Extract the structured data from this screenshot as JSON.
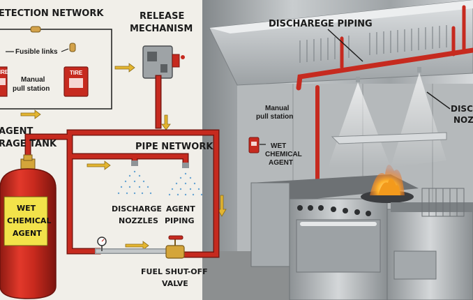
{
  "diagram": {
    "detection_network": "ETECTION NETWORK",
    "fusible_links": "Fusible links",
    "manual_pull_left": [
      "Manual",
      "pull station"
    ],
    "fire_sign_left": "TIRE",
    "fire_sign_right": "TIRE",
    "release_mechanism": [
      "RELEASE",
      "MECHANISM"
    ],
    "agent_tank": [
      "AGENT",
      "RAGE TANK"
    ],
    "tank_label": [
      "WET",
      "CHEMICAL",
      "AGENT"
    ],
    "pipe_network": "PIPE NETWORK",
    "discharge_nozzles": [
      "DISCHARGE",
      "NOZZLES"
    ],
    "agent_piping": [
      "AGENT",
      "PIPING"
    ],
    "fuel_shutoff": [
      "FUEL SHUT-OFF",
      "VALVE"
    ]
  },
  "photo": {
    "discharge_piping": "DISCHAREGE PIPING",
    "manual_pull_station": [
      "Manual",
      "pull station"
    ],
    "wet_chemical_agent": [
      "WET",
      "CHEMICAL",
      "AGENT"
    ],
    "discharge_nozzles": [
      "DISCH",
      "NOZZ"
    ]
  },
  "colors": {
    "pipe_red": "#c62a1f",
    "pipe_dark": "#7a1711",
    "arrow_yellow": "#e3b530",
    "label_yellow": "#f2e24a",
    "steel": "#b7bcbf",
    "flame": "#f39a1c"
  }
}
